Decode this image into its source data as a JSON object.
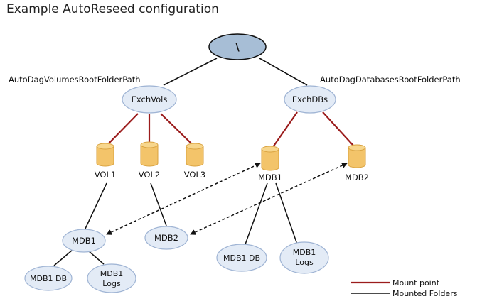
{
  "title": "Example AutoReseed configuration",
  "root": {
    "label": "\\"
  },
  "paths": {
    "volumes": "AutoDagVolumesRootFolderPath",
    "databases": "AutoDagDatabasesRootFolderPath"
  },
  "folders": {
    "vols": "ExchVols",
    "dbs": "ExchDBs"
  },
  "volumes": [
    "VOL1",
    "VOL2",
    "VOL3"
  ],
  "databases": [
    "MDB1",
    "MDB2"
  ],
  "mounted": {
    "mdb1": "MDB1",
    "mdb2": "MDB2",
    "mdb1_db": "MDB1 DB",
    "mdb1_logs_line1": "MDB1",
    "mdb1_logs_line2": "Logs"
  },
  "db_children": {
    "mdb1_db": "MDB1 DB",
    "mdb1_logs_line1": "MDB1",
    "mdb1_logs_line2": "Logs"
  },
  "legend": {
    "mount_point": "Mount point",
    "mounted_folders": "Mounted Folders",
    "mount_color": "#9b1c1c",
    "folder_color": "#111111"
  },
  "colors": {
    "root_fill": "#a7bed6",
    "node_fill": "#e3ebf6",
    "node_stroke": "#9fb4d4",
    "cylinder_fill": "#f3c46a",
    "cylinder_stroke": "#d9a23f"
  }
}
